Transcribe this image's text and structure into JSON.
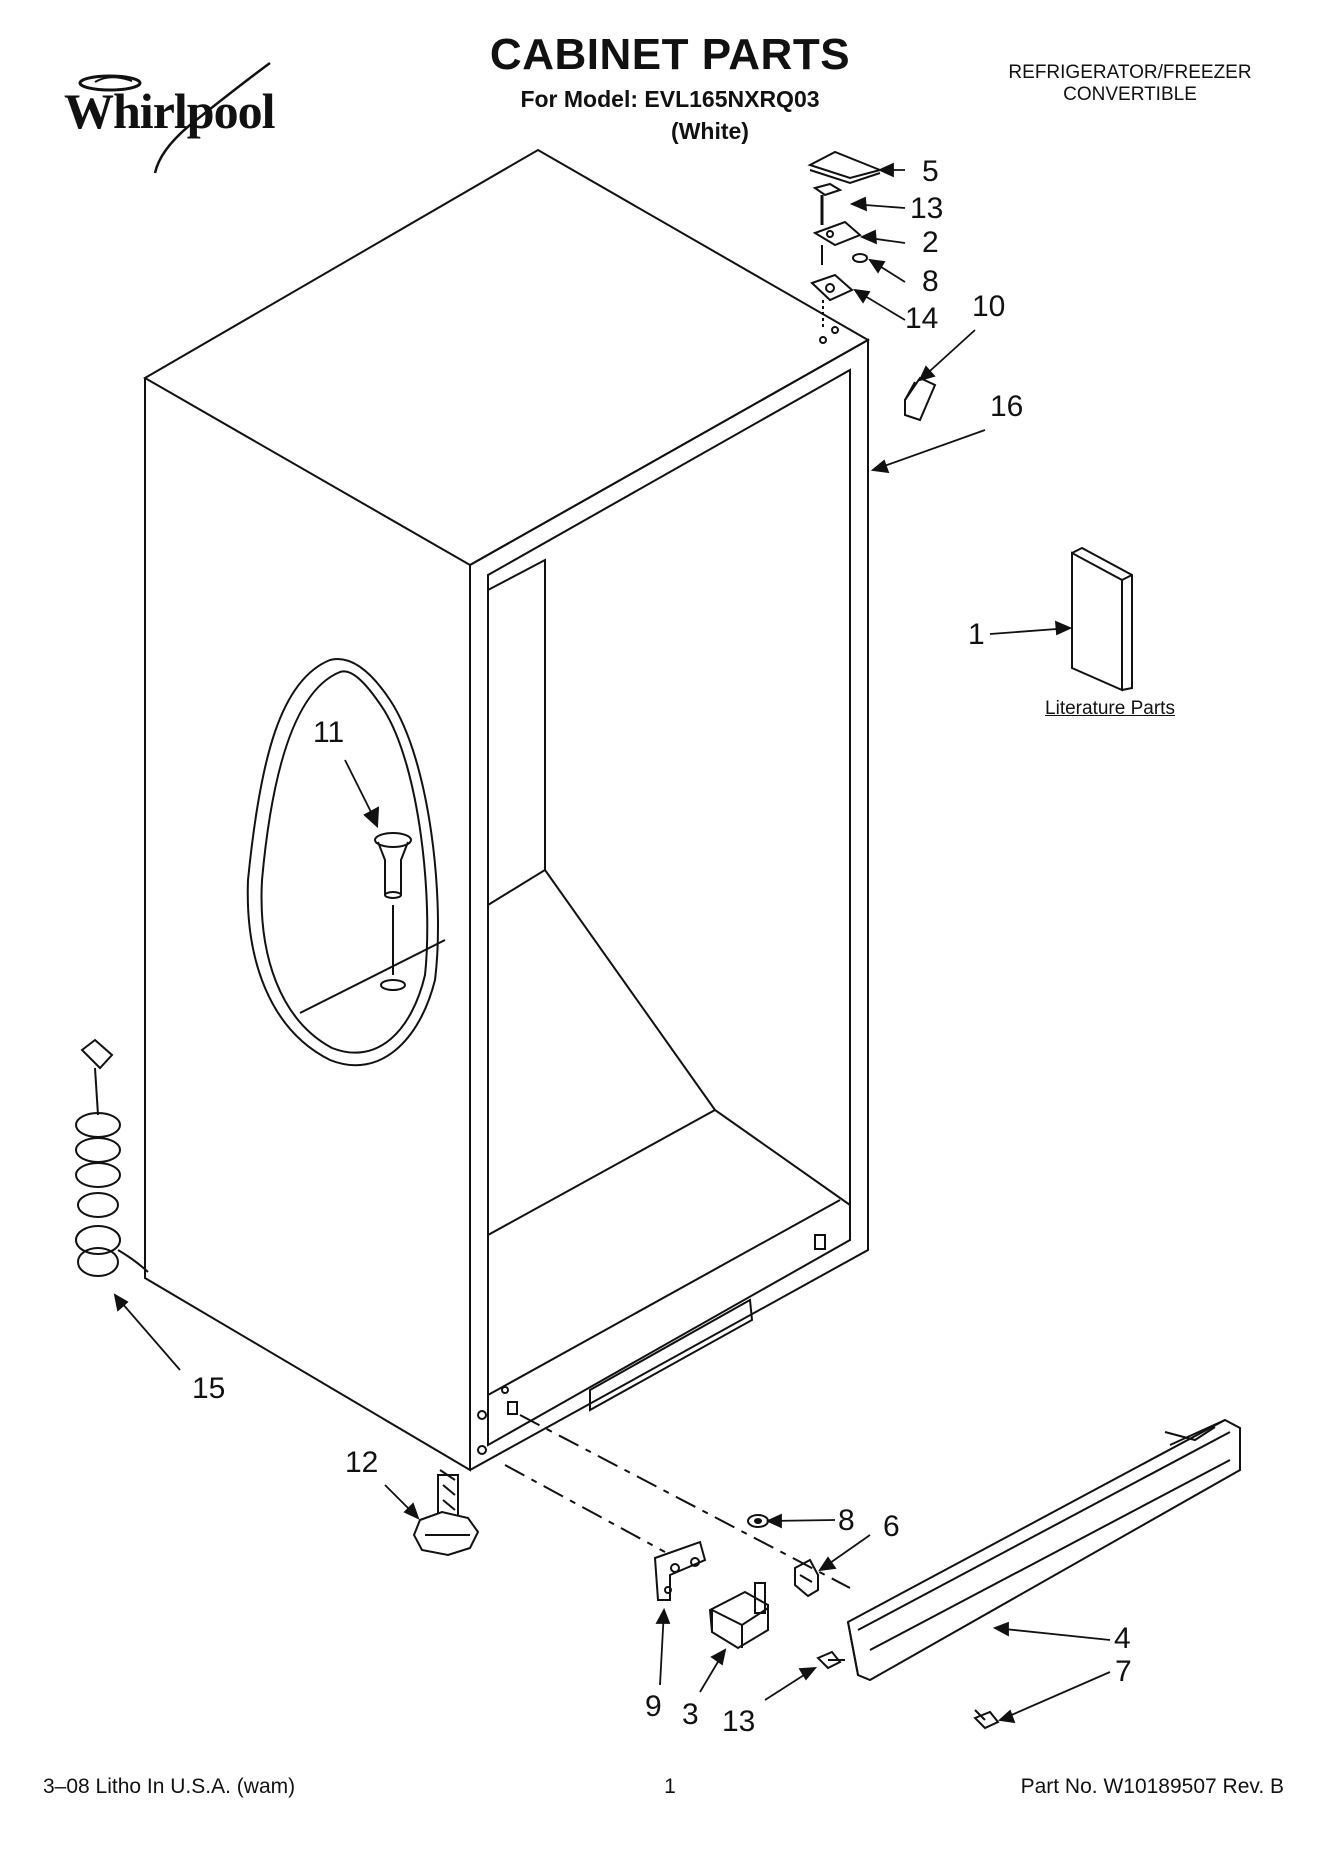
{
  "header": {
    "brand": "Whirlpool",
    "title": "CABINET PARTS",
    "model_line": "For Model: EVL165NXRQ03",
    "color_line": "(White)",
    "category_line1": "REFRIGERATOR/FREEZER",
    "category_line2": "CONVERTIBLE"
  },
  "callouts": {
    "c1": "1",
    "c2": "2",
    "c3": "3",
    "c4": "4",
    "c5": "5",
    "c6": "6",
    "c7": "7",
    "c8a": "8",
    "c8b": "8",
    "c9": "9",
    "c10": "10",
    "c11": "11",
    "c12": "12",
    "c13a": "13",
    "c13b": "13",
    "c14": "14",
    "c15": "15",
    "c16": "16"
  },
  "literature_caption": "Literature Parts",
  "footer": {
    "litho": "3–08 Litho In U.S.A. (wam)",
    "page_number": "1",
    "part_number": "Part No. W10189507 Rev. B"
  }
}
